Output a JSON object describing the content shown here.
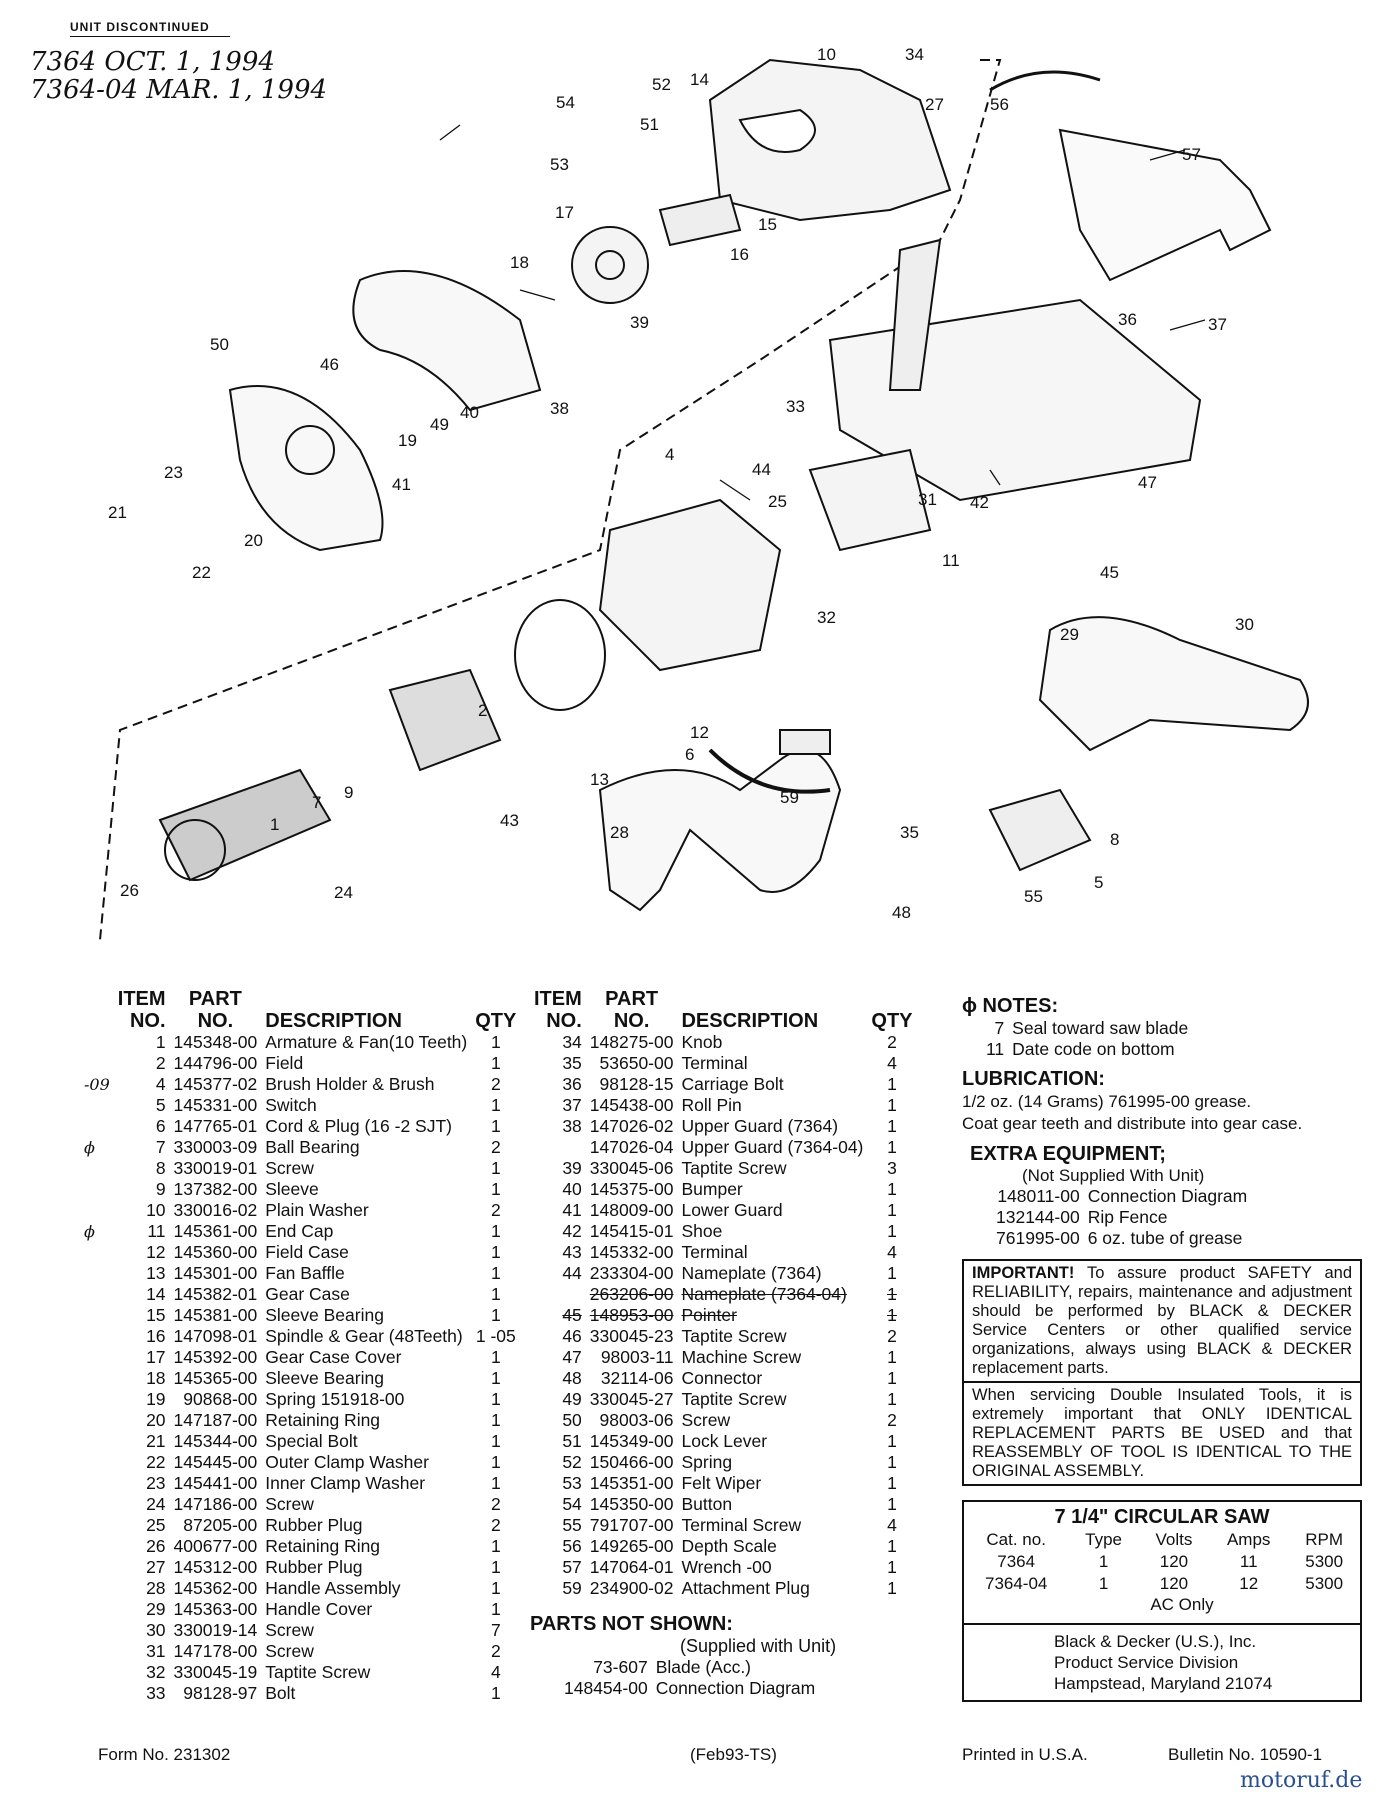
{
  "header": {
    "stamp": "UNIT DISCONTINUED",
    "handwritten": [
      "7364    OCT. 1, 1994",
      "7364-04    MAR. 1, 1994"
    ]
  },
  "diagram_callouts": [
    "1",
    "2",
    "4",
    "5",
    "6",
    "7",
    "8",
    "9",
    "10",
    "11",
    "12",
    "13",
    "14",
    "15",
    "16",
    "17",
    "18",
    "19",
    "20",
    "21",
    "22",
    "23",
    "24",
    "25",
    "26",
    "27",
    "28",
    "29",
    "30",
    "31",
    "32",
    "33",
    "34",
    "35",
    "36",
    "37",
    "38",
    "39",
    "40",
    "41",
    "42",
    "43",
    "44",
    "45",
    "46",
    "47",
    "48",
    "49",
    "50",
    "51",
    "52",
    "53",
    "54",
    "55",
    "56",
    "57",
    "59"
  ],
  "parts_left": {
    "headers": {
      "item": "ITEM\nNO.",
      "part": "PART\nNO.",
      "desc": "DESCRIPTION",
      "qty": "QTY"
    },
    "rows": [
      {
        "note": "",
        "item": "1",
        "part": "145348-00",
        "desc": "Armature & Fan(10 Teeth)",
        "qty": "1"
      },
      {
        "note": "",
        "item": "2",
        "part": "144796-00",
        "desc": "Field",
        "qty": "1"
      },
      {
        "note": "-09",
        "item": "4",
        "part": "145377-02",
        "desc": "Brush Holder & Brush",
        "qty": "2"
      },
      {
        "note": "",
        "item": "5",
        "part": "145331-00",
        "desc": "Switch",
        "qty": "1"
      },
      {
        "note": "",
        "item": "6",
        "part": "147765-01",
        "desc": "Cord & Plug (16 -2 SJT)",
        "qty": "1"
      },
      {
        "note": "ϕ",
        "item": "7",
        "part": "330003-09",
        "desc": "Ball Bearing",
        "qty": "2"
      },
      {
        "note": "",
        "item": "8",
        "part": "330019-01",
        "desc": "Screw",
        "qty": "1"
      },
      {
        "note": "",
        "item": "9",
        "part": "137382-00",
        "desc": "Sleeve",
        "qty": "1"
      },
      {
        "note": "",
        "item": "10",
        "part": "330016-02",
        "desc": "Plain Washer",
        "qty": "2"
      },
      {
        "note": "ϕ",
        "item": "11",
        "part": "145361-00",
        "desc": "End Cap",
        "qty": "1"
      },
      {
        "note": "",
        "item": "12",
        "part": "145360-00",
        "desc": "Field Case",
        "qty": "1"
      },
      {
        "note": "",
        "item": "13",
        "part": "145301-00",
        "desc": "Fan Baffle",
        "qty": "1"
      },
      {
        "note": "",
        "item": "14",
        "part": "145382-01",
        "desc": "Gear Case",
        "qty": "1"
      },
      {
        "note": "",
        "item": "15",
        "part": "145381-00",
        "desc": "Sleeve Bearing",
        "qty": "1"
      },
      {
        "note": "",
        "item": "16",
        "part": "147098-01",
        "desc": "Spindle & Gear (48Teeth)",
        "qty": "1 -05"
      },
      {
        "note": "",
        "item": "17",
        "part": "145392-00",
        "desc": "Gear Case Cover",
        "qty": "1"
      },
      {
        "note": "",
        "item": "18",
        "part": "145365-00",
        "desc": "Sleeve Bearing",
        "qty": "1"
      },
      {
        "note": "",
        "item": "19",
        "part": "90868-00",
        "desc": "Spring 151918-00",
        "qty": "1"
      },
      {
        "note": "",
        "item": "20",
        "part": "147187-00",
        "desc": "Retaining Ring",
        "qty": "1"
      },
      {
        "note": "",
        "item": "21",
        "part": "145344-00",
        "desc": "Special Bolt",
        "qty": "1"
      },
      {
        "note": "",
        "item": "22",
        "part": "145445-00",
        "desc": "Outer Clamp Washer",
        "qty": "1"
      },
      {
        "note": "",
        "item": "23",
        "part": "145441-00",
        "desc": "Inner Clamp Washer",
        "qty": "1"
      },
      {
        "note": "",
        "item": "24",
        "part": "147186-00",
        "desc": "Screw",
        "qty": "2"
      },
      {
        "note": "",
        "item": "25",
        "part": "87205-00",
        "desc": "Rubber Plug",
        "qty": "2"
      },
      {
        "note": "",
        "item": "26",
        "part": "400677-00",
        "desc": "Retaining Ring",
        "qty": "1"
      },
      {
        "note": "",
        "item": "27",
        "part": "145312-00",
        "desc": "Rubber Plug",
        "qty": "1"
      },
      {
        "note": "",
        "item": "28",
        "part": "145362-00",
        "desc": "Handle Assembly",
        "qty": "1"
      },
      {
        "note": "",
        "item": "29",
        "part": "145363-00",
        "desc": "Handle Cover",
        "qty": "1"
      },
      {
        "note": "",
        "item": "30",
        "part": "330019-14",
        "desc": "Screw",
        "qty": "7"
      },
      {
        "note": "",
        "item": "31",
        "part": "147178-00",
        "desc": "Screw",
        "qty": "2"
      },
      {
        "note": "",
        "item": "32",
        "part": "330045-19",
        "desc": "Taptite Screw",
        "qty": "4"
      },
      {
        "note": "",
        "item": "33",
        "part": "98128-97",
        "desc": "Bolt",
        "qty": "1"
      }
    ]
  },
  "parts_mid": {
    "headers": {
      "item": "ITEM\nNO.",
      "part": "PART\nNO.",
      "desc": "DESCRIPTION",
      "qty": "QTY"
    },
    "rows": [
      {
        "item": "34",
        "part": "148275-00",
        "desc": "Knob",
        "qty": "2",
        "strike": false
      },
      {
        "item": "35",
        "part": "53650-00",
        "desc": "Terminal",
        "qty": "4",
        "strike": false
      },
      {
        "item": "36",
        "part": "98128-15",
        "desc": "Carriage Bolt",
        "qty": "1",
        "strike": false
      },
      {
        "item": "37",
        "part": "145438-00",
        "desc": "Roll Pin",
        "qty": "1",
        "strike": false
      },
      {
        "item": "38",
        "part": "147026-02",
        "desc": "Upper Guard (7364)",
        "qty": "1",
        "strike": false
      },
      {
        "item": "",
        "part": "147026-04",
        "desc": "Upper Guard (7364-04)",
        "qty": "1",
        "strike": false
      },
      {
        "item": "39",
        "part": "330045-06",
        "desc": "Taptite Screw",
        "qty": "3",
        "strike": false
      },
      {
        "item": "40",
        "part": "145375-00",
        "desc": "Bumper",
        "qty": "1",
        "strike": false
      },
      {
        "item": "41",
        "part": "148009-00",
        "desc": "Lower Guard",
        "qty": "1",
        "strike": false
      },
      {
        "item": "42",
        "part": "145415-01",
        "desc": "Shoe",
        "qty": "1",
        "strike": false
      },
      {
        "item": "43",
        "part": "145332-00",
        "desc": "Terminal",
        "qty": "4",
        "strike": false
      },
      {
        "item": "44",
        "part": "233304-00",
        "desc": "Nameplate (7364)",
        "qty": "1",
        "strike": false
      },
      {
        "item": "",
        "part": "263206-00",
        "desc": "Nameplate (7364-04)",
        "qty": "1",
        "strike": true
      },
      {
        "item": "45",
        "part": "148953-00",
        "desc": "Pointer",
        "qty": "1",
        "strike": true
      },
      {
        "item": "46",
        "part": "330045-23",
        "desc": "Taptite Screw",
        "qty": "2",
        "strike": false
      },
      {
        "item": "47",
        "part": "98003-11",
        "desc": "Machine Screw",
        "qty": "1",
        "strike": false
      },
      {
        "item": "48",
        "part": "32114-06",
        "desc": "Connector",
        "qty": "1",
        "strike": false
      },
      {
        "item": "49",
        "part": "330045-27",
        "desc": "Taptite Screw",
        "qty": "1",
        "strike": false
      },
      {
        "item": "50",
        "part": "98003-06",
        "desc": "Screw",
        "qty": "2",
        "strike": false
      },
      {
        "item": "51",
        "part": "145349-00",
        "desc": "Lock Lever",
        "qty": "1",
        "strike": false
      },
      {
        "item": "52",
        "part": "150466-00",
        "desc": "Spring",
        "qty": "1",
        "strike": false
      },
      {
        "item": "53",
        "part": "145351-00",
        "desc": "Felt Wiper",
        "qty": "1",
        "strike": false
      },
      {
        "item": "54",
        "part": "145350-00",
        "desc": "Button",
        "qty": "1",
        "strike": false
      },
      {
        "item": "55",
        "part": "791707-00",
        "desc": "Terminal Screw",
        "qty": "4",
        "strike": false
      },
      {
        "item": "56",
        "part": "149265-00",
        "desc": "Depth Scale",
        "qty": "1",
        "strike": false
      },
      {
        "item": "57",
        "part": "147064-01",
        "desc": "Wrench -00",
        "qty": "1",
        "strike": false
      },
      {
        "item": "59",
        "part": "234900-02",
        "desc": "Attachment Plug",
        "qty": "1",
        "strike": false
      }
    ]
  },
  "not_shown": {
    "title": "PARTS NOT SHOWN:",
    "subtitle": "(Supplied with Unit)",
    "rows": [
      {
        "part": "73-607",
        "desc": "Blade (Acc.)"
      },
      {
        "part": "148454-00",
        "desc": "Connection Diagram"
      }
    ]
  },
  "notes": {
    "title": "ϕ NOTES:",
    "rows": [
      {
        "item": "7",
        "text": "Seal toward saw blade"
      },
      {
        "item": "11",
        "text": "Date code on bottom"
      }
    ]
  },
  "lubrication": {
    "title": "LUBRICATION:",
    "lines": [
      "1/2 oz. (14 Grams) 761995-00 grease.",
      "Coat gear teeth and distribute into gear case."
    ]
  },
  "extra_equipment": {
    "title": "EXTRA EQUIPMENT;",
    "subtitle": "(Not Supplied With Unit)",
    "rows": [
      {
        "part": "148011-00",
        "desc": "Connection Diagram"
      },
      {
        "part": "132144-00",
        "desc": "Rip Fence"
      },
      {
        "part": "761995-00",
        "desc": "6 oz. tube of grease"
      }
    ]
  },
  "important": {
    "lead": "IMPORTANT!",
    "text": "To assure product SAFETY and RELIABILITY, repairs, maintenance and adjustment should be performed by BLACK & DECKER Service Centers or other qualified service organizations, always using BLACK & DECKER replacement parts.",
    "text2": "When servicing Double Insulated Tools, it is extremely important that ONLY IDENTICAL REPLACEMENT PARTS BE USED and that REASSEMBLY OF TOOL IS IDENTICAL TO THE ORIGINAL ASSEMBLY."
  },
  "spec": {
    "title": "7 1/4\" CIRCULAR SAW",
    "headers": [
      "Cat. no.",
      "Type",
      "Volts",
      "Amps",
      "RPM"
    ],
    "rows": [
      [
        "7364",
        "1",
        "120",
        "11",
        "5300"
      ],
      [
        "7364-04",
        "1",
        "120",
        "12",
        "5300"
      ]
    ],
    "footer": "AC Only"
  },
  "company": {
    "lines": [
      "Black & Decker (U.S.), Inc.",
      "Product Service Division",
      "Hampstead, Maryland 21074"
    ]
  },
  "footer": {
    "form": "Form No. 231302",
    "date": "(Feb93-TS)",
    "printed": "Printed in U.S.A.",
    "bulletin": "Bulletin No. 10590-1",
    "watermark": "motoruf.de"
  }
}
